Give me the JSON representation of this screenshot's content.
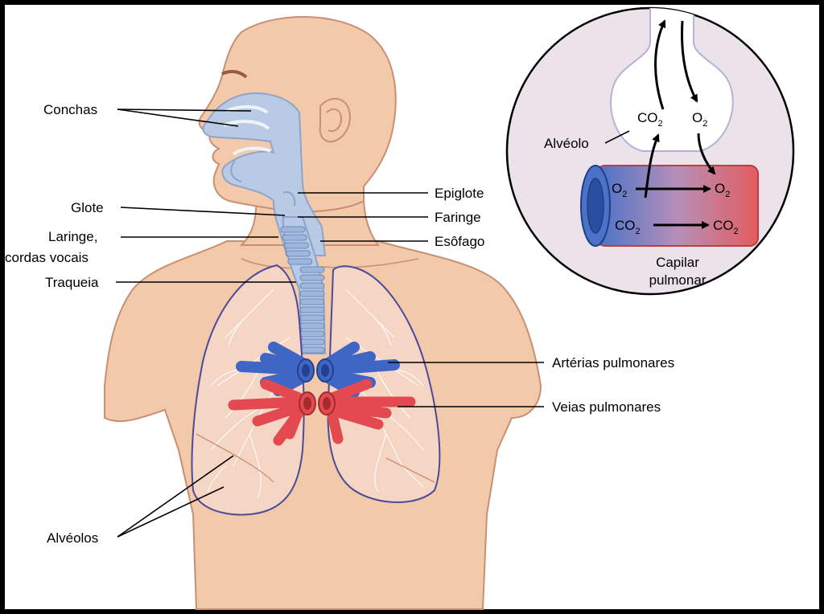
{
  "labels": {
    "conchas": "Conchas",
    "glote": "Glote",
    "laringe_1": "Laringe,",
    "laringe_2": "cordas vocais",
    "traqueia": "Traqueia",
    "alveolos": "Alvéolos",
    "epiglote": "Epiglote",
    "faringe": "Faringe",
    "esofago": "Esôfago",
    "arterias": "Artérias pulmonares",
    "veias": "Veias pulmonares"
  },
  "inset": {
    "alveolo": "Alvéolo",
    "capilar_1": "Capilar",
    "capilar_2": "pulmonar",
    "co2_base": "CO",
    "o2_base": "O",
    "subscript": "2"
  },
  "colors": {
    "skin": "#f2c9a9",
    "skin_outline": "#c98f73",
    "airway": "#b7cbe8",
    "airway_outline": "#8aa3cc",
    "lung_outline": "#4b4b9a",
    "artery_blue": "#3f66c4",
    "vein_red": "#e24a4f",
    "inset_bg": "#ece3ea"
  }
}
